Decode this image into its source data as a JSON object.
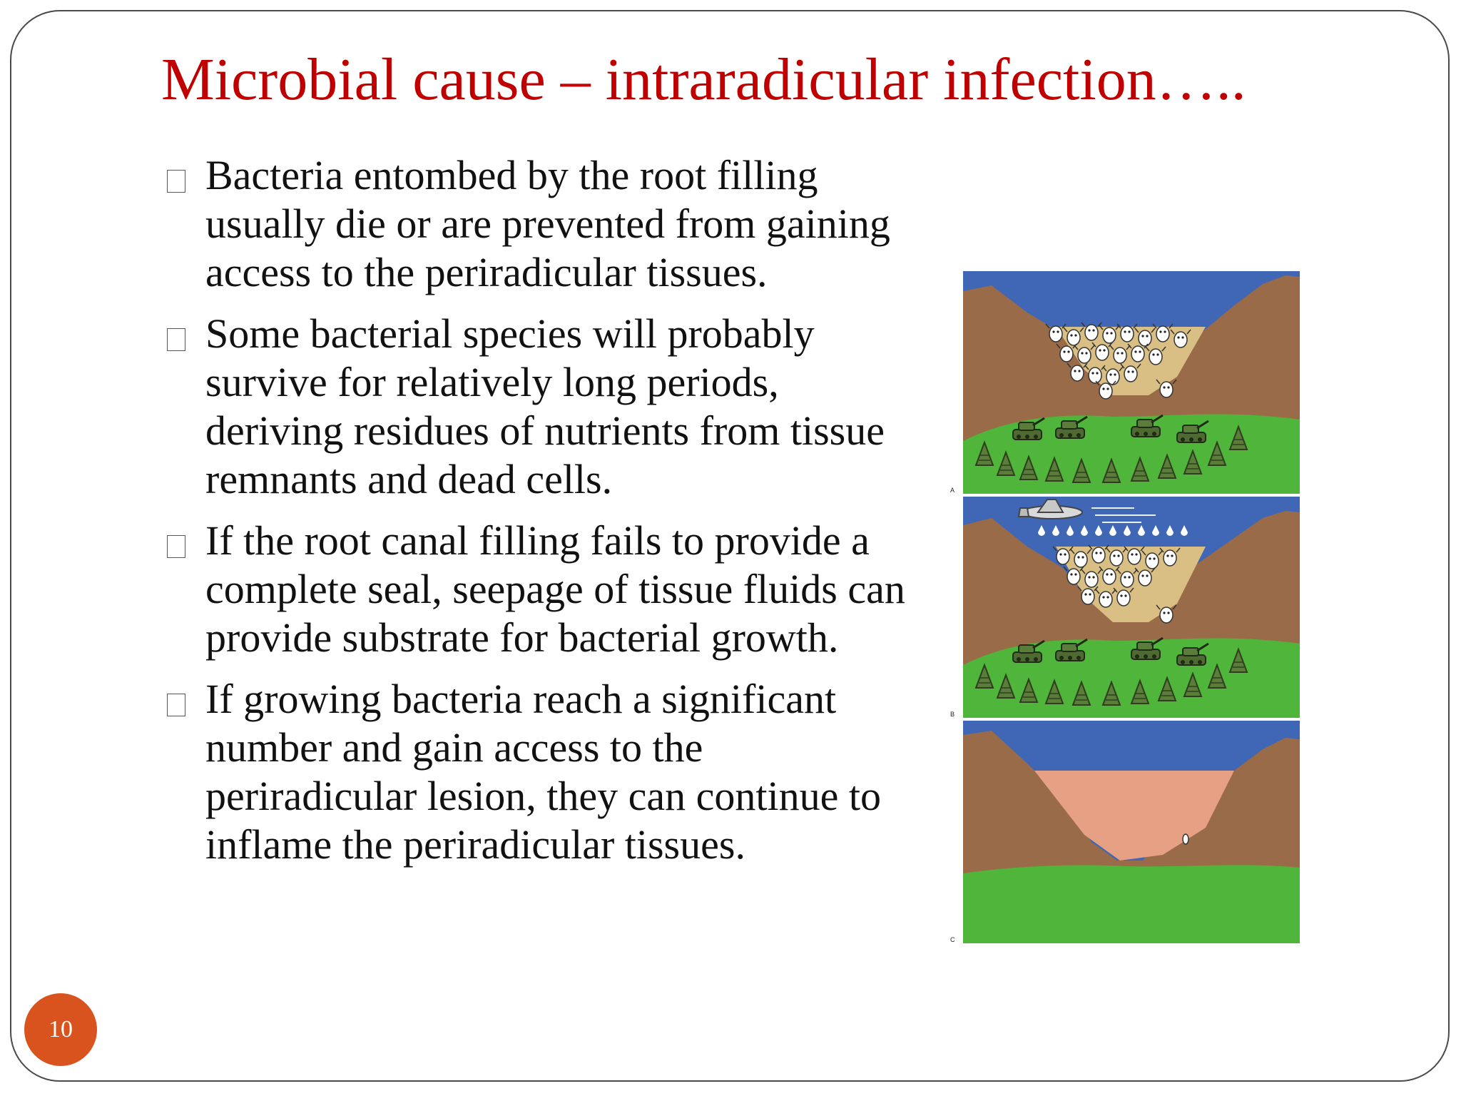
{
  "slide": {
    "title": "Microbial cause – intraradicular infection…..",
    "page_number": "10",
    "bullets": [
      "Bacteria entombed by the root filling usually die or are prevented from gaining access to the periradicular tissues.",
      "Some bacterial species will probably survive for relatively long periods, deriving residues of nutrients from tissue remnants and dead cells.",
      "If the root canal filling fails to provide a complete seal, seepage of tissue fluids can provide substrate for bacterial growth.",
      "If growing bacteria reach a significant number and gain access to the periradicular lesion, they can continue to inflame the periradicular tissues."
    ],
    "figure": {
      "panel_labels": [
        "A",
        "B",
        "C"
      ],
      "colors": {
        "sky": "#3f67b5",
        "mountain": "#9a6b48",
        "grass": "#4fb53b",
        "sand": "#d9bf83",
        "fluid": "#e6a184",
        "title": "#c00000",
        "badge": "#d9531e"
      }
    }
  }
}
